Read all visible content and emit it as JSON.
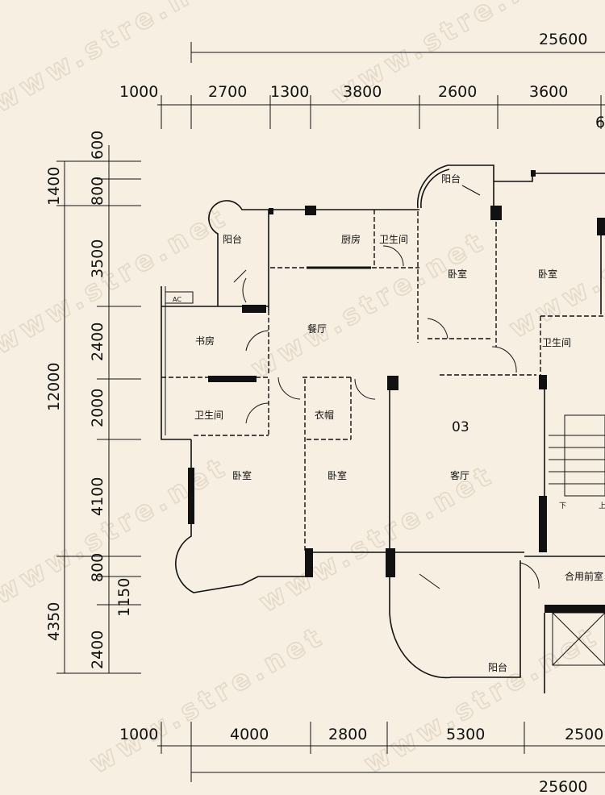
{
  "watermark": "www.stre.net",
  "dimensions": {
    "top_total": "25600",
    "top": [
      "1000",
      "2700",
      "1300",
      "3800",
      "2600",
      "3600",
      "6"
    ],
    "left_outer": [
      "1400",
      "12000",
      "4350"
    ],
    "left_inner": [
      "600",
      "800",
      "3500",
      "2400",
      "2000",
      "4100",
      "800",
      "1150",
      "2400"
    ],
    "bottom": [
      "1000",
      "4000",
      "2800",
      "5300",
      "2500"
    ],
    "bottom_total": "25600"
  },
  "rooms": {
    "balcony_west": "阳台",
    "kitchen": "厨房",
    "bath_north": "卫生间",
    "balcony_north": "阳台",
    "bedroom_north1": "卧室",
    "bedroom_north2": "卧室",
    "study": "书房",
    "dining": "餐厅",
    "bath_east": "卫生间",
    "bath_west": "卫生间",
    "closet": "衣帽",
    "unit_no": "03",
    "bedroom_sw": "卧室",
    "bedroom_s": "卧室",
    "living": "客厅",
    "lobby": "合用前室",
    "balcony_south": "阳台",
    "ac": "AC",
    "stair_down": "下",
    "stair_up": "上"
  }
}
